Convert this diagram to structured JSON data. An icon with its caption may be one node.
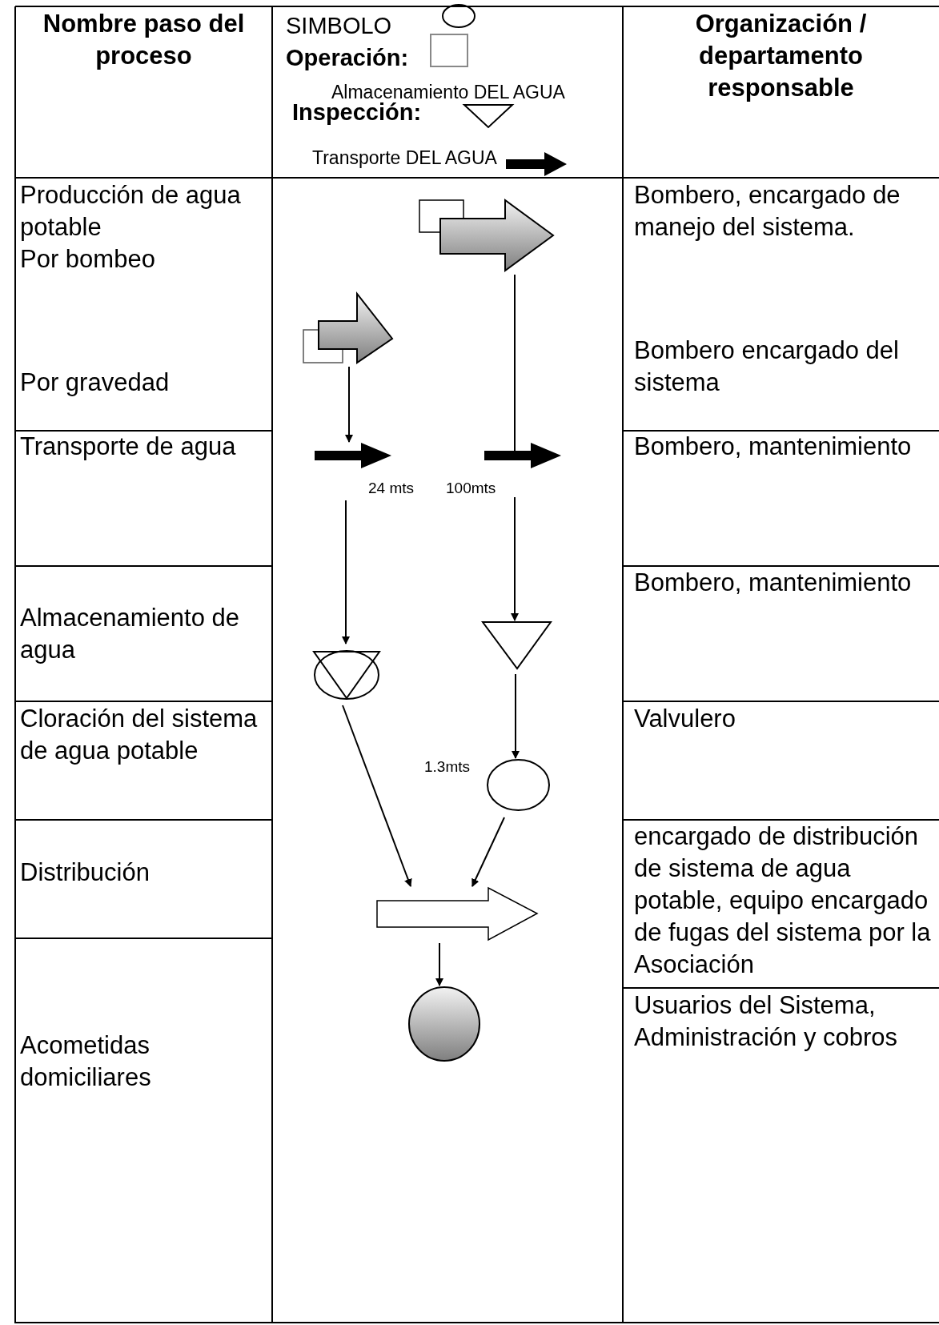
{
  "diagram": {
    "nodes": [
      {
        "text": [],
        "shape": "arrow"
      },
      {
        "text": [],
        "shape": "arrow"
      },
      {
        "text": [],
        "shape": "arrow",
        "beside": [
          "24 mts"
        ]
      },
      {
        "text": [],
        "shape": "arrow",
        "beside": [
          "100mts"
        ]
      },
      {
        "text": [],
        "shape": "triangle"
      },
      {
        "text": [],
        "shape": "triangle"
      },
      {
        "text": [],
        "shape": "circle",
        "beside": [
          "1.3mts"
        ]
      },
      {
        "text": [],
        "shape": "arrow"
      },
      {
        "text": [],
        "shape": "circle"
      }
    ],
    "edges": [
      {
        "from": 1,
        "to": 2,
        "arrow": "to"
      },
      {
        "from": 0,
        "to": 3,
        "arrow": "none"
      },
      {
        "from": 2,
        "to": 4,
        "arrow": "to"
      },
      {
        "from": 3,
        "to": 5,
        "arrow": "to"
      },
      {
        "from": 4,
        "to": 7,
        "arrow": "to"
      },
      {
        "from": 5,
        "to": 6,
        "arrow": "to"
      },
      {
        "from": 6,
        "to": 7,
        "arrow": "to"
      },
      {
        "from": 7,
        "to": 8,
        "arrow": "to"
      }
    ],
    "labels": [
      "Nombre paso del proceso",
      "SIMBOLO",
      "Operación:",
      "Almacenamiento DEL AGUA",
      "Inspección:",
      "Transporte DEL AGUA",
      "Organización / departamento responsable",
      "Producción de agua potable",
      "Por bombeo",
      "Por gravedad",
      "Bombero, encargado de manejo del sistema.",
      "Bombero encargado del sistema",
      "Transporte de agua",
      "Bombero, mantenimiento",
      "Almacenamiento de agua",
      "Bombero, mantenimiento",
      "Cloración del sistema de agua potable",
      "Valvulero",
      "Distribución",
      "encargado de distribución de sistema de agua potable, equipo encargado de fugas del sistema por la Asociación",
      "Acometidas domiciliares",
      "Usuarios del Sistema, Administración y cobros"
    ]
  }
}
